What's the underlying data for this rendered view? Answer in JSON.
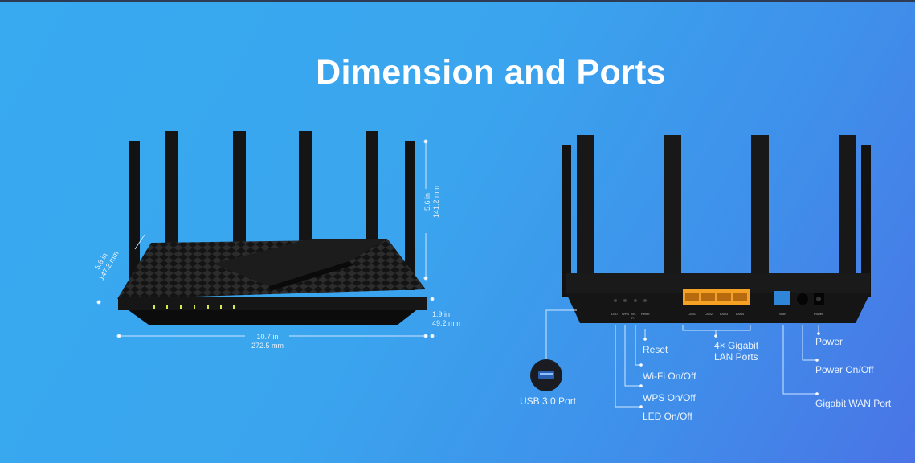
{
  "title": "Dimension and Ports",
  "dimensions": {
    "depth": {
      "in": "5.8 in",
      "mm": "147.2 mm"
    },
    "height": {
      "in": "5.6 in",
      "mm": "141.2 mm"
    },
    "thickness": {
      "in": "1.9 in",
      "mm": "49.2 mm"
    },
    "width": {
      "in": "10.7 in",
      "mm": "272.5 mm"
    }
  },
  "back_port_labels": [
    "LED",
    "WPS",
    "Wi-Fi",
    "Reset",
    "LAN1",
    "LAN2",
    "LAN3",
    "LAN4",
    "WAN",
    "Power"
  ],
  "callouts": {
    "usb": "USB 3.0 Port",
    "reset": "Reset",
    "wifi": "Wi-Fi On/Off",
    "wps": "WPS On/Off",
    "led": "LED On/Off",
    "lan_line1": "4× Gigabit",
    "lan_line2": "LAN Ports",
    "power": "Power",
    "power_onoff": "Power On/Off",
    "wan": "Gigabit WAN Port"
  },
  "colors": {
    "lan_port": "#f5a123",
    "wan_port": "#2f86d8",
    "led": "#d8e84a"
  }
}
